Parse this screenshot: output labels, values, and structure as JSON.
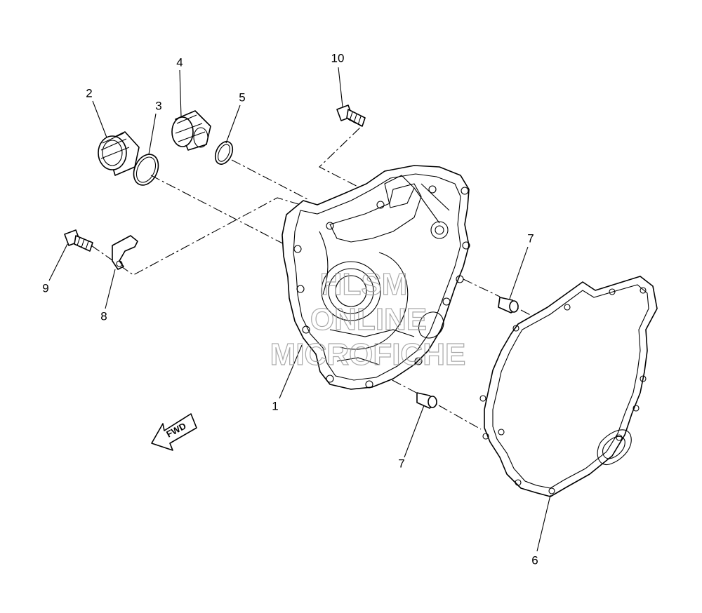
{
  "callouts": {
    "c1": "1",
    "c2": "2",
    "c3": "3",
    "c4": "4",
    "c5": "5",
    "c6": "6",
    "c7a": "7",
    "c7b": "7",
    "c8": "8",
    "c9": "9",
    "c10": "10"
  },
  "direction_label": "FWD",
  "watermark": {
    "line1": "HLSM",
    "line2": "ONLINE",
    "line3": "MICROFICHE"
  },
  "colors": {
    "ink": "#000000",
    "watermark": "#9a9a9a",
    "background": "#ffffff"
  }
}
